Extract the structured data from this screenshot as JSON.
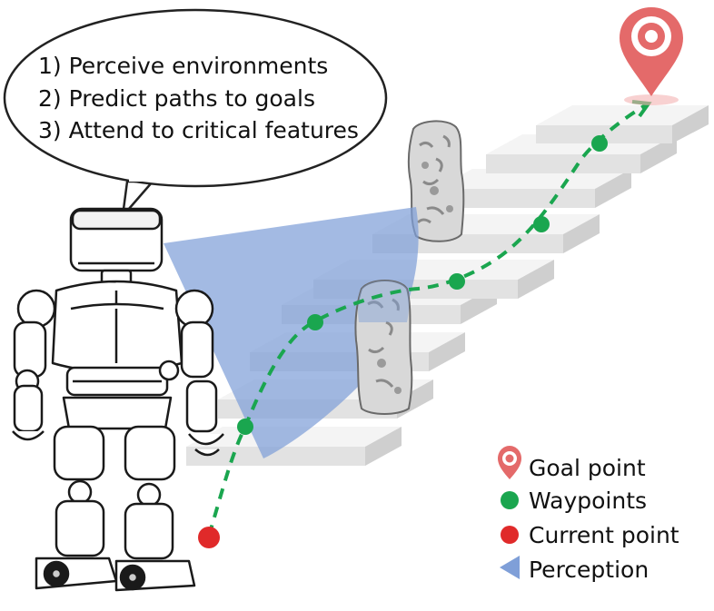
{
  "speech_bubble": {
    "lines": [
      "1) Perceive environments",
      "2) Predict paths to goals",
      "3) Attend to critical features"
    ]
  },
  "legend": {
    "goal": "Goal point",
    "waypoints": "Waypoints",
    "current": "Current point",
    "perception": "Perception"
  },
  "colors": {
    "goal": "#e46a6a",
    "waypoint": "#1aa64f",
    "current": "#e02a2a",
    "perception": "#7f9fd8",
    "path": "#1aa64f"
  },
  "icons": [
    "goal-pin-icon",
    "robot-illustration",
    "rock-pillar",
    "staircase"
  ]
}
